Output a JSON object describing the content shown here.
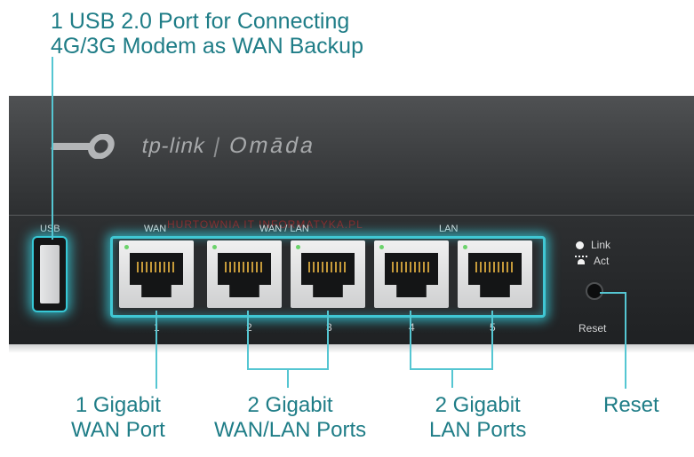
{
  "callouts": {
    "usb_line1": "1 USB 2.0 Port for Connecting",
    "usb_line2": "4G/3G Modem as WAN Backup",
    "wan_line1": "1 Gigabit",
    "wan_line2": "WAN Port",
    "wanlan_line1": "2 Gigabit",
    "wanlan_line2": "WAN/LAN Ports",
    "lan_line1": "2 Gigabit",
    "lan_line2": "LAN Ports",
    "reset": "Reset"
  },
  "device": {
    "brand": "tp-link",
    "separator": "|",
    "product": "Omāda",
    "usb_label": "USB",
    "port_group_labels": {
      "wan": "WAN",
      "wan_lan": "WAN / LAN",
      "lan": "LAN"
    },
    "port_numbers": [
      "1",
      "2",
      "3",
      "4",
      "5"
    ],
    "led_link": "Link",
    "led_act": "Act",
    "reset_label": "Reset",
    "watermark": "HURTOWNIA IT INFORMATYKA.PL"
  },
  "colors": {
    "accent": "#1f7d87",
    "glow": "#40c7d4",
    "body": "#3b3d3f"
  },
  "icons": {
    "usb": "usb-port-icon",
    "link_led": "led-dot-icon",
    "act_led": "led-activity-icon"
  }
}
